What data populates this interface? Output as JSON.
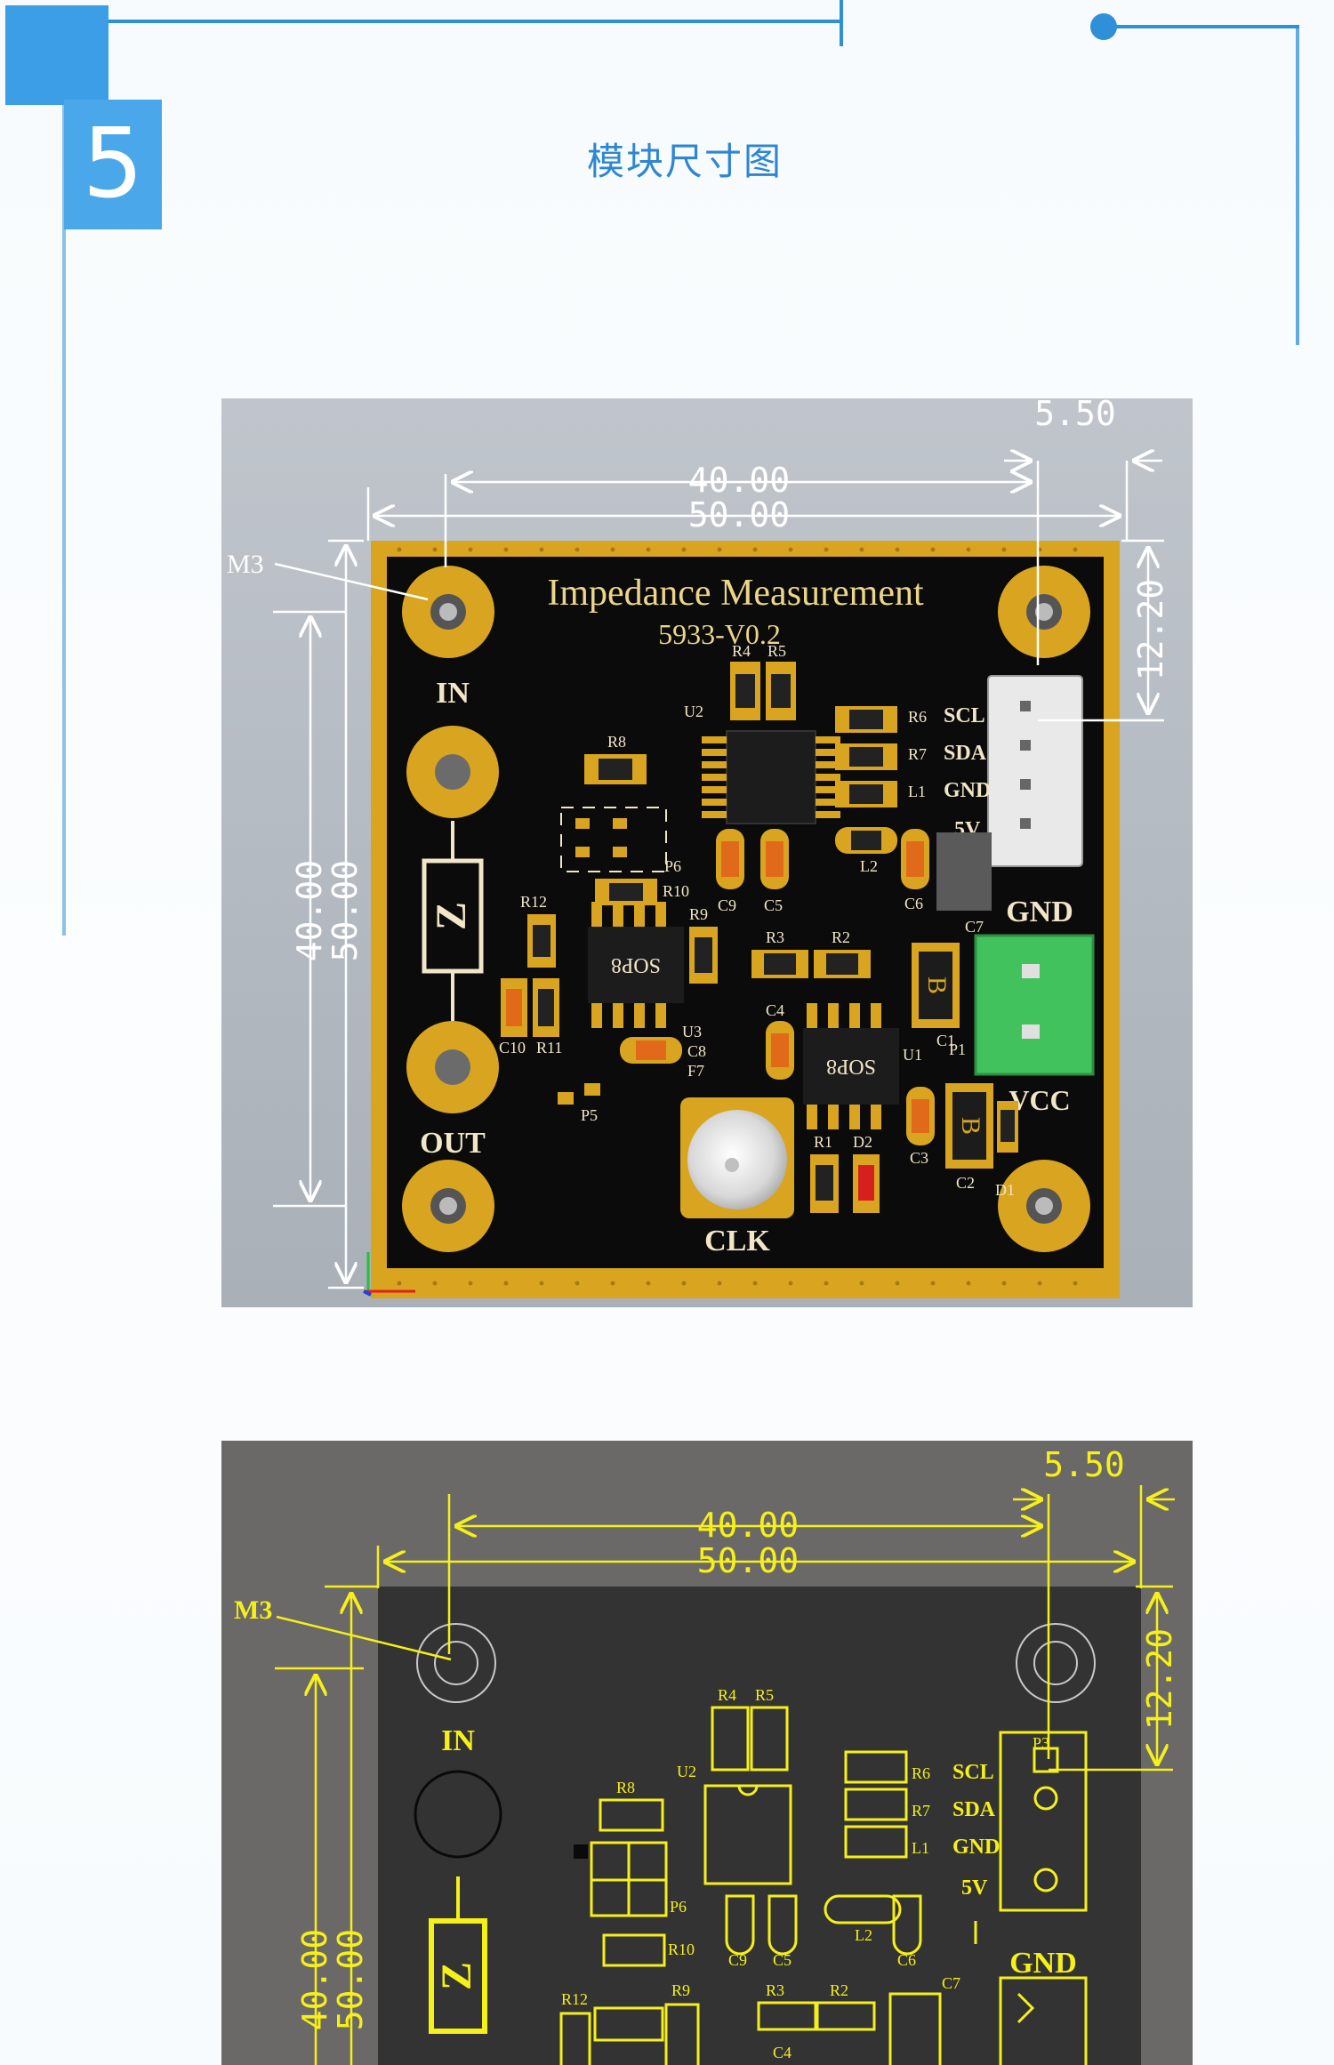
{
  "section": {
    "number": "5",
    "title": "模块尺寸图"
  },
  "board": {
    "title": "Impedance Measurement",
    "version": "5933-V0.2",
    "label_in": "IN",
    "label_out": "OUT",
    "label_clk": "CLK",
    "label_z": "Z",
    "pins": [
      "SCL",
      "SDA",
      "GND",
      "5V"
    ],
    "pin_refs": [
      "R6",
      "R7",
      "L1"
    ],
    "label_gnd": "GND",
    "label_vcc": "VCC",
    "label_p1": "P1",
    "chip_label": "SOP8",
    "refs": {
      "r4": "R4",
      "r5": "R5",
      "u2": "U2",
      "r8": "R8",
      "p6": "P6",
      "r10": "R10",
      "r12": "R12",
      "r9": "R9",
      "u3": "U3",
      "c10": "C10",
      "r11": "R11",
      "c8": "C8",
      "f7": "F7",
      "p5": "P5",
      "c9": "C9",
      "c5": "C5",
      "l2": "L2",
      "c6": "C6",
      "c7": "C7",
      "r3": "R3",
      "r2": "R2",
      "c4": "C4",
      "u1": "U1",
      "c1": "C1",
      "c3": "C3",
      "c2": "C2",
      "r1": "R1",
      "d2": "D2",
      "d1": "D1",
      "p3": "P3"
    }
  },
  "dimensions": {
    "d40": "40.00",
    "d50": "50.00",
    "d550": "5.50",
    "d1220": "12.20",
    "mount": "M3"
  },
  "colors": {
    "accent": "#2f8fd8",
    "pcb": "#0b0b0b",
    "gold": "#d9a521",
    "silk": "#f2e6c8",
    "dim_line": "#ffffff",
    "yellow": "#f5f019",
    "panel1_bg": "#b2b8c0",
    "panel2_bg": "#6b6868",
    "connector_green": "#42c25c"
  }
}
